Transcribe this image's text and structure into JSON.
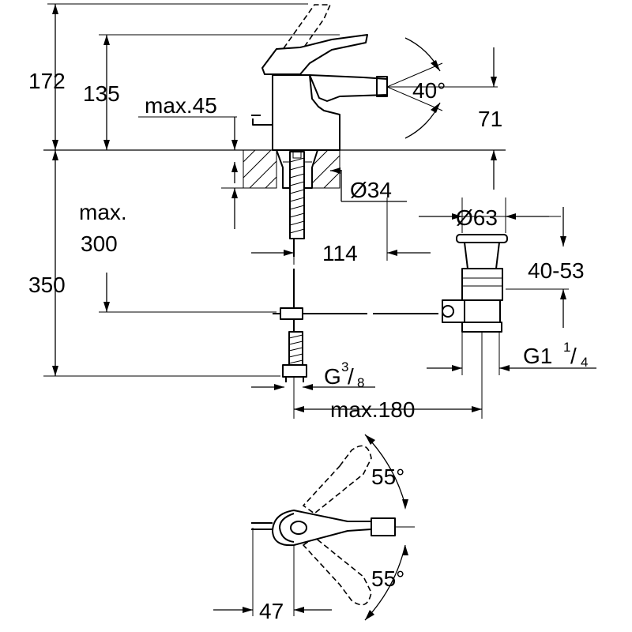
{
  "dimensions": {
    "overall_height": "172",
    "spout_height": "135",
    "deck_thickness_max": "max.45",
    "spout_angle": "40°",
    "spout_outlet_height": "71",
    "hole_diameter": "Ø34",
    "hose_length_max_line1": "max.",
    "hose_length_max_line2": "300",
    "below_deck_height": "350",
    "spout_projection": "114",
    "waste_diameter": "Ø63",
    "waste_adjust_range": "40-53",
    "supply_thread_prefix": "G",
    "supply_thread_num": "3",
    "supply_thread_den": "8",
    "waste_thread_prefix": "G1",
    "waste_thread_num": "1",
    "waste_thread_den": "4",
    "rod_reach_max": "max.180",
    "lever_swing_back": "55°",
    "lever_swing_front": "55°",
    "lever_offset": "47"
  }
}
